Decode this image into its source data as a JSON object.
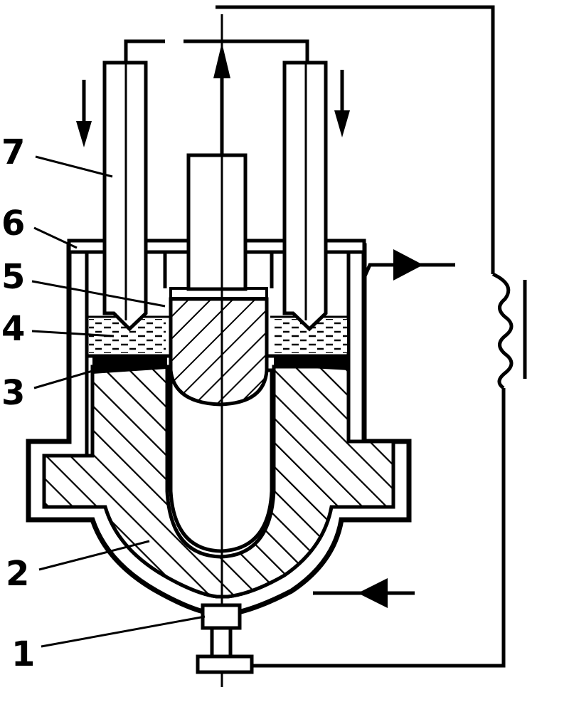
{
  "callouts": [
    {
      "number": "1",
      "part": "bottom-fitting"
    },
    {
      "number": "2",
      "part": "mould-body"
    },
    {
      "number": "3",
      "part": "top-layer"
    },
    {
      "number": "4",
      "part": "shaft-chamber"
    },
    {
      "number": "5",
      "part": "plunger"
    },
    {
      "number": "6",
      "part": "jacket"
    },
    {
      "number": "7",
      "part": "feed-tube"
    }
  ]
}
